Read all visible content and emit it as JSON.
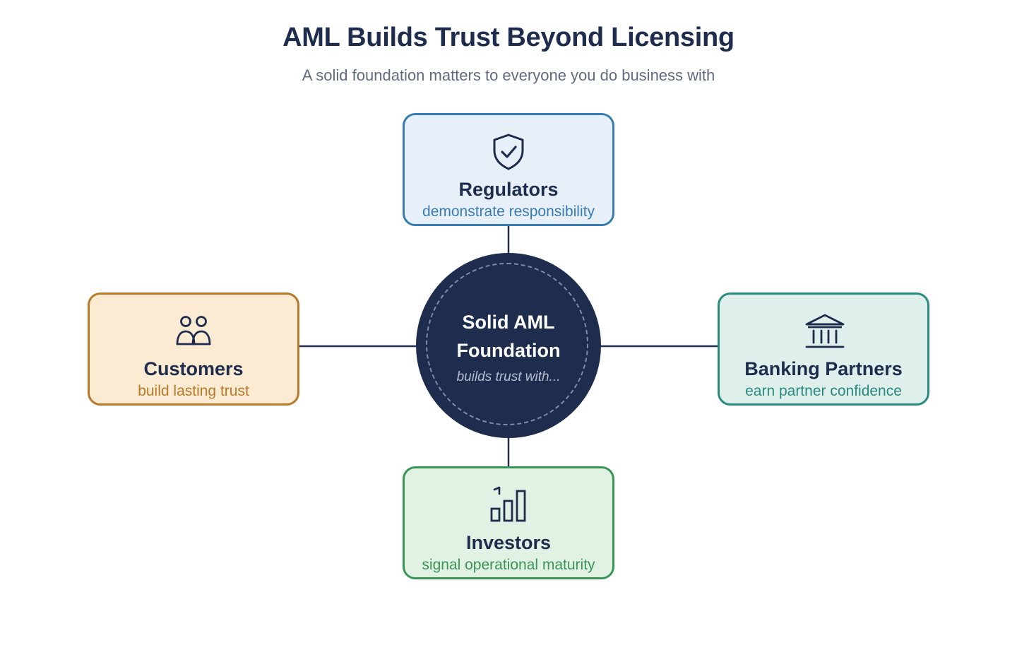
{
  "header": {
    "title": "AML Builds Trust Beyond Licensing",
    "subtitle": "A solid foundation matters to everyone you do business with"
  },
  "center": {
    "title_line1": "Solid AML",
    "title_line2": "Foundation",
    "subtitle": "builds trust with...",
    "fill_color": "#1e2d4d"
  },
  "nodes": [
    {
      "id": "regulators",
      "title": "Regulators",
      "subtitle": "demonstrate responsibility",
      "icon": "shield-check-icon",
      "border_color": "#3a7bb0",
      "fill_color": "#e7f0f8",
      "text_color": "#3a7bb0"
    },
    {
      "id": "customers",
      "title": "Customers",
      "subtitle": "build lasting trust",
      "icon": "people-icon",
      "border_color": "#b8792a",
      "fill_color": "#fbebd3",
      "text_color": "#b8792a"
    },
    {
      "id": "banking-partners",
      "title": "Banking Partners",
      "subtitle": "earn partner confidence",
      "icon": "bank-icon",
      "border_color": "#2a8a80",
      "fill_color": "#dff0ec",
      "text_color": "#2a8a80"
    },
    {
      "id": "investors",
      "title": "Investors",
      "subtitle": "signal operational maturity",
      "icon": "growth-chart-icon",
      "border_color": "#3a9656",
      "fill_color": "#e1f1e3",
      "text_color": "#3a9656"
    }
  ]
}
